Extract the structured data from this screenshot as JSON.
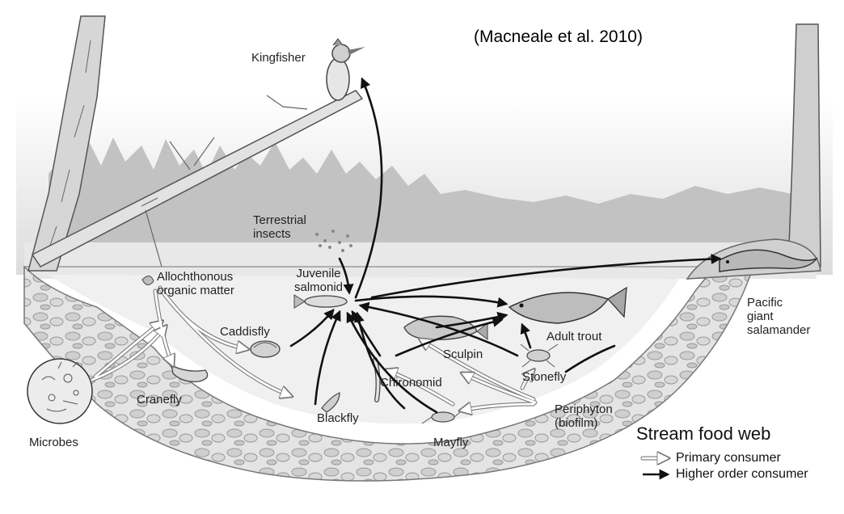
{
  "citation": "(Macneale et al. 2010)",
  "labels": {
    "kingfisher": "Kingfisher",
    "terrestrial_insects": [
      "Terrestrial",
      "insects"
    ],
    "allochthonous": [
      "Allochthonous",
      "organic matter"
    ],
    "juvenile_salmonid": [
      "Juvenile",
      "salmonid"
    ],
    "caddisfly": "Caddisfly",
    "cranefly": "Cranefly",
    "microbes": "Microbes",
    "blackfly": "Blackfly",
    "chironomid": "Chironomid",
    "sculpin": "Sculpin",
    "adult_trout": "Adult trout",
    "stonefly": "Stonefly",
    "periphyton": [
      "Periphyton",
      "(biofilm)"
    ],
    "mayfly": "Mayfly",
    "salamander": [
      "Pacific",
      "giant",
      "salamander"
    ]
  },
  "legend": {
    "title": "Stream  food web",
    "primary": "Primary consumer",
    "higher": "Higher order consumer"
  },
  "colors": {
    "primary_arrow": "#ffffff",
    "higher_arrow": "#111111",
    "gravel": "#d9d9d9",
    "water": "#e9e9e9",
    "trees": "#bdbdbd"
  }
}
